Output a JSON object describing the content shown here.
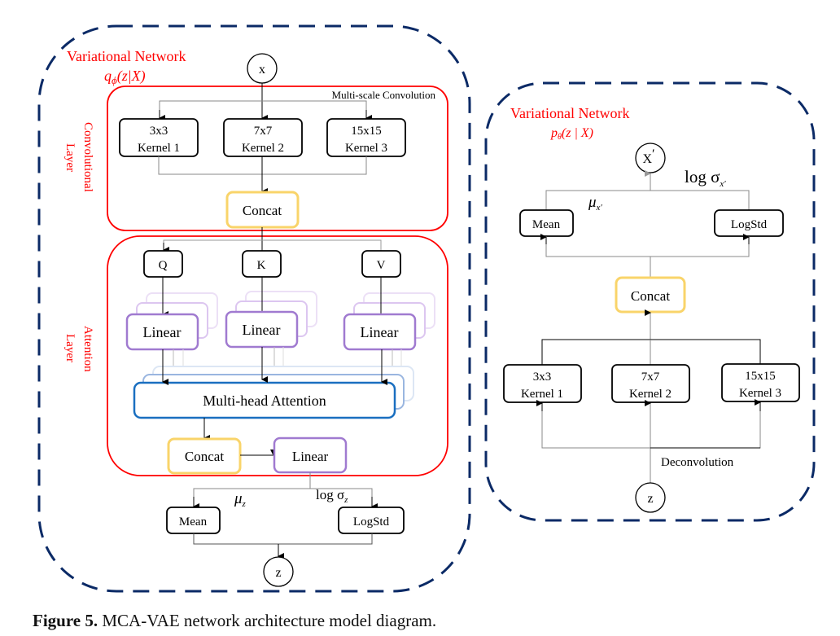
{
  "encoder": {
    "title": "Variational Network",
    "subtitle_q": "q",
    "subtitle_sub": "ϕ",
    "subtitle_rest": "(z|X)",
    "input_node": "x",
    "multiscale_label": "Multi-scale Convolution",
    "conv_layer_label_1": "Convolutional",
    "conv_layer_label_2": "Layer",
    "attention_layer_label_1": "Attention",
    "attention_layer_label_2": "Layer",
    "kernels": [
      {
        "size": "3x3",
        "name": "Kernel 1"
      },
      {
        "size": "7x7",
        "name": "Kernel 2"
      },
      {
        "size": "15x15",
        "name": "Kernel 3"
      }
    ],
    "concat_1": "Concat",
    "qkv": [
      "Q",
      "K",
      "V"
    ],
    "linear": "Linear",
    "mha": "Multi-head Attention",
    "concat_2": "Concat",
    "linear_out": "Linear",
    "mu_label": "μ",
    "mu_sub": "z",
    "logsigma_label": "log σ",
    "logsigma_sub": "z",
    "mean": "Mean",
    "logstd": "LogStd",
    "output_node": "z"
  },
  "decoder": {
    "title": "Variational Network",
    "subtitle_p": "p",
    "subtitle_sub": "θ",
    "subtitle_rest": "(z | X)",
    "output_node": "X",
    "output_prime": "′",
    "logsigma_label": "log σ",
    "logsigma_sub": "x′",
    "mu_label": "μ",
    "mu_sub": "x′",
    "mean": "Mean",
    "logstd": "LogStd",
    "concat": "Concat",
    "kernels": [
      {
        "size": "3x3",
        "name": "Kernel 1"
      },
      {
        "size": "7x7",
        "name": "Kernel 2"
      },
      {
        "size": "15x15",
        "name": "Kernel 3"
      }
    ],
    "deconv_label": "Deconvolution",
    "input_node": "z"
  },
  "caption": {
    "label": "Figure 5.",
    "text": " MCA-VAE network architecture model diagram."
  },
  "colors": {
    "frame": "#0b2a66",
    "layer": "#ff0000",
    "concat": "#f9d46a",
    "linear": "#a07ad0",
    "mha": "#1a6fc0"
  }
}
